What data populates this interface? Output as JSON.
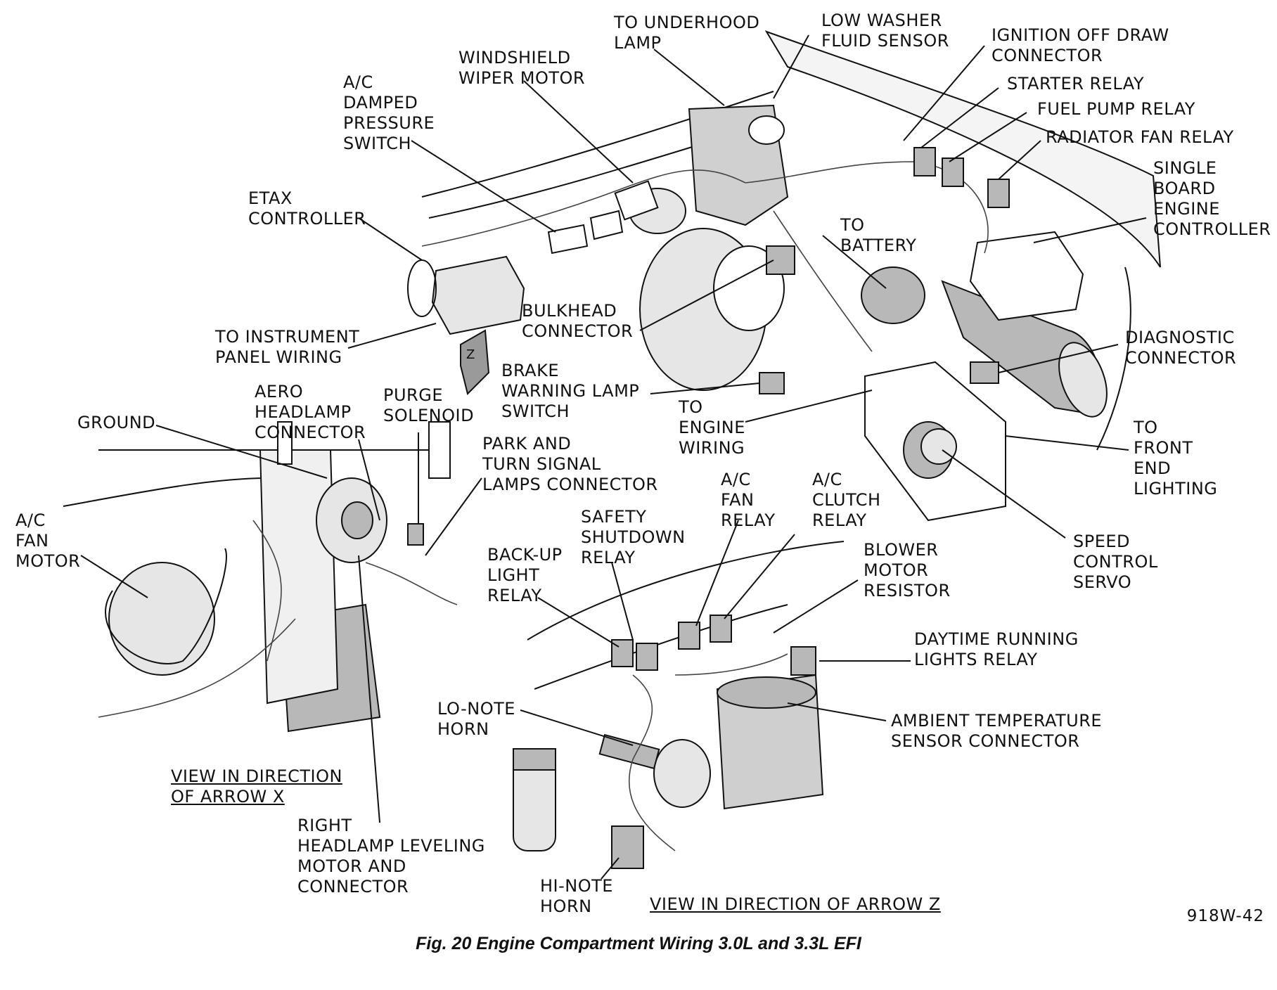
{
  "labels": {
    "to_underhood_lamp": "TO UNDERHOOD\nLAMP",
    "low_washer_fluid_sensor": "LOW WASHER\nFLUID SENSOR",
    "ignition_off_draw_connector": "IGNITION OFF DRAW\nCONNECTOR",
    "windshield_wiper_motor": "WINDSHIELD\nWIPER MOTOR",
    "starter_relay": "STARTER RELAY",
    "ac_damped_pressure_switch": "A/C\nDAMPED\nPRESSURE\nSWITCH",
    "fuel_pump_relay": "FUEL PUMP RELAY",
    "radiator_fan_relay": "RADIATOR FAN RELAY",
    "single_board_engine_controller": "SINGLE\nBOARD\nENGINE\nCONTROLLER",
    "etax_controller": "ETAX\nCONTROLLER",
    "to_battery": "TO\nBATTERY",
    "bulkhead_connector": "BULKHEAD\nCONNECTOR",
    "to_instrument_panel_wiring": "TO INSTRUMENT\nPANEL WIRING",
    "diagnostic_connector": "DIAGNOSTIC\nCONNECTOR",
    "brake_warning_lamp_switch": "BRAKE\nWARNING LAMP\nSWITCH",
    "aero_headlamp_connector": "AERO\nHEADLAMP\nCONNECTOR",
    "purge_solenoid": "PURGE\nSOLENOID",
    "ground": "GROUND",
    "to_engine_wiring": "TO\nENGINE\nWIRING",
    "to_front_end_lighting": "TO\nFRONT\nEND\nLIGHTING",
    "park_turn_signal": "PARK AND\nTURN SIGNAL\nLAMPS CONNECTOR",
    "ac_fan_relay": "A/C\nFAN\nRELAY",
    "ac_clutch_relay": "A/C\nCLUTCH\nRELAY",
    "safety_shutdown_relay": "SAFETY\nSHUTDOWN\nRELAY",
    "ac_fan_motor": "A/C\nFAN\nMOTOR",
    "speed_control_servo": "SPEED\nCONTROL\nSERVO",
    "back_up_light_relay": "BACK-UP\nLIGHT\nRELAY",
    "blower_motor_resistor": "BLOWER\nMOTOR\nRESISTOR",
    "daytime_running_lights_relay": "DAYTIME RUNNING\nLIGHTS RELAY",
    "lo_note_horn": "LO-NOTE\nHORN",
    "ambient_temperature_sensor": "AMBIENT TEMPERATURE\nSENSOR CONNECTOR",
    "view_arrow_x": "VIEW IN DIRECTION\nOF ARROW X",
    "right_headlamp_leveling": "RIGHT\nHEADLAMP LEVELING\nMOTOR AND\nCONNECTOR",
    "hi_note_horn": "HI-NOTE\nHORN",
    "view_arrow_z": "VIEW IN DIRECTION OF ARROW Z",
    "arrow_z_marker": "Z"
  },
  "figure_number": "918W-42",
  "caption": "Fig. 20 Engine Compartment Wiring 3.0L and 3.3L EFI"
}
